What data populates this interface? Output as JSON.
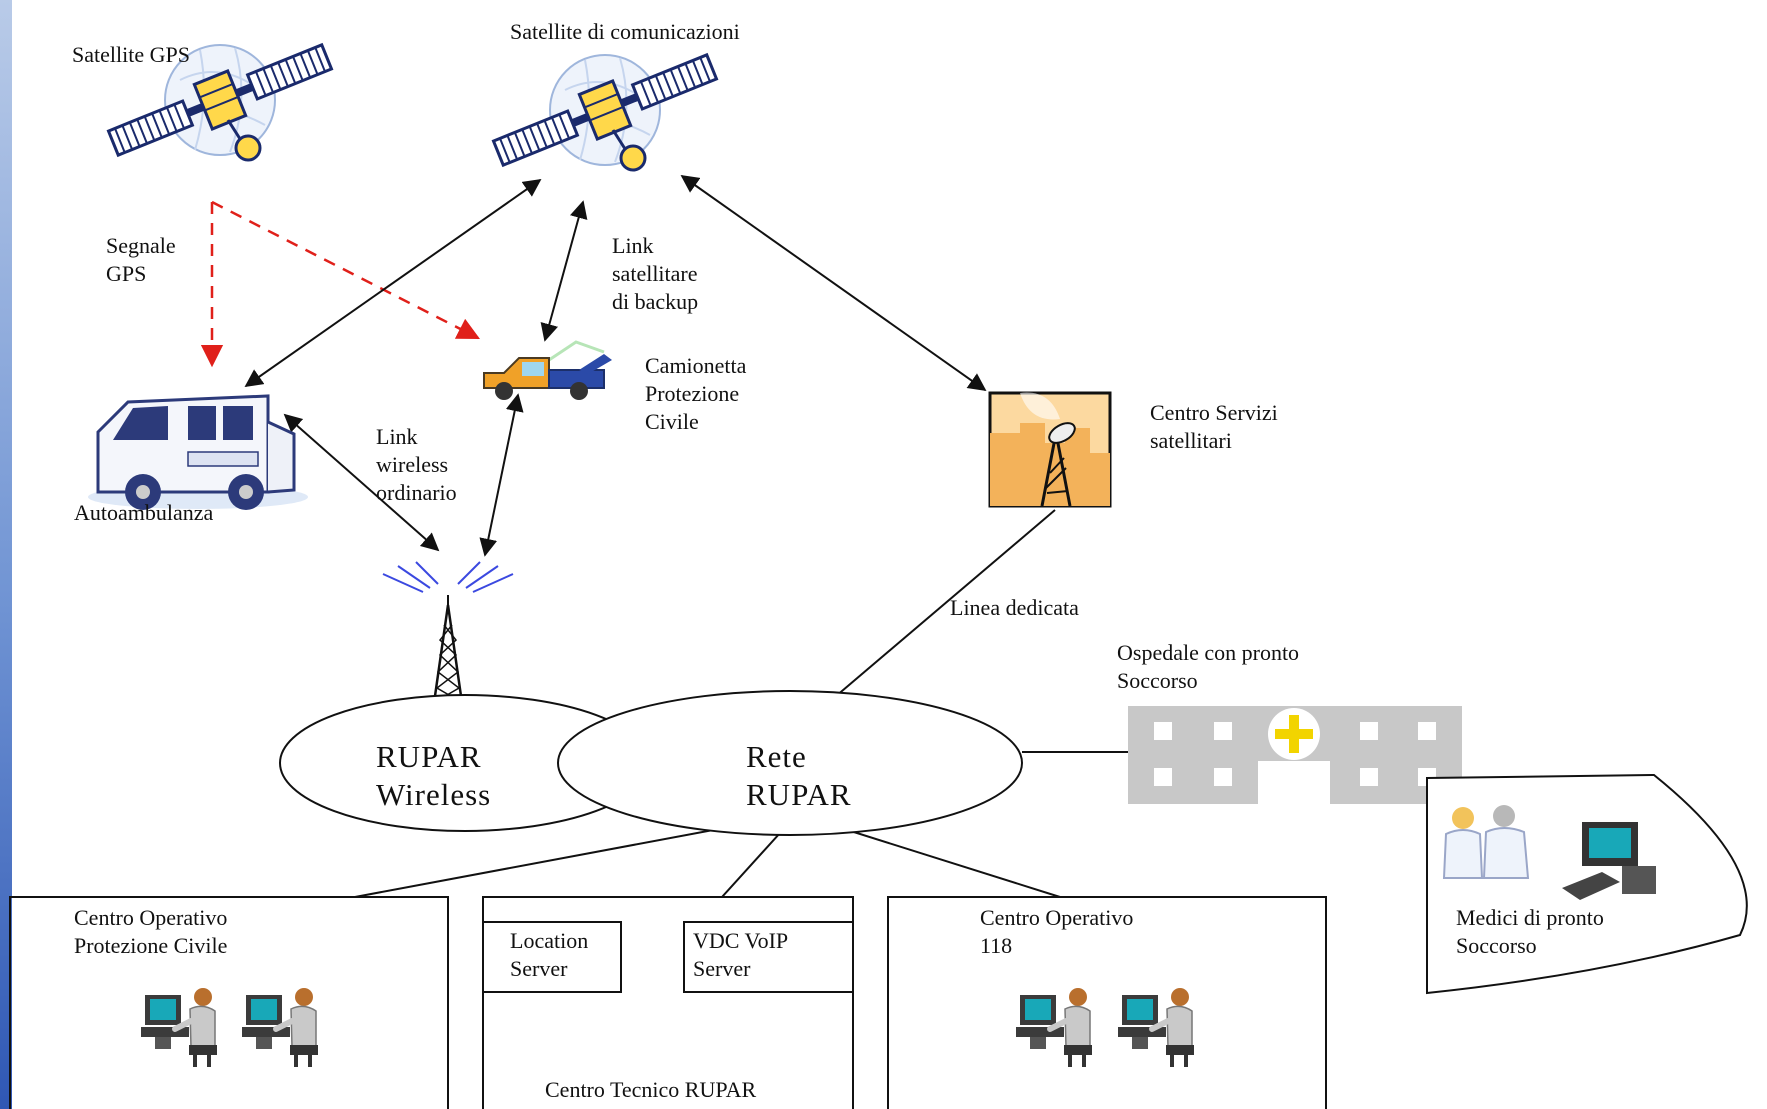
{
  "labels": {
    "gps_satellite": "Satellite GPS",
    "comm_satellite": "Satellite di comunicazioni",
    "gps_signal": "Segnale\nGPS",
    "backup_link": "Link\nsatellitare\ndi backup",
    "ambulance": "Autoambulanza",
    "truck": "Camionetta\nProtezione\nCivile",
    "wireless_link": "Link\nwireless\nordinario",
    "satellite_center": "Centro Servizi\nsatellitari",
    "dedicated_line": "Linea dedicata",
    "hospital": "Ospedale con pronto\nSoccorso",
    "rupar_wireless": "RUPAR\nWireless",
    "rete_rupar": "Rete\nRUPAR",
    "centro_pc": "Centro Operativo\nProtezione Civile",
    "location_server": "Location\nServer",
    "vdc_voip_server": "VDC VoIP\nServer",
    "centro_tecnico": "Centro Tecnico RUPAR",
    "centro_118": "Centro Operativo\n118",
    "medici": "Medici di pronto\nSoccorso"
  },
  "colors": {
    "line": "#111111",
    "gps_signal": "#e0201a",
    "sidebar_top": "#b9cbe8",
    "sidebar_bottom": "#2f57b4",
    "hospital": "#c8c8c8",
    "cross": "#f2d400"
  },
  "icons": [
    "gps-satellite-icon",
    "comm-satellite-icon",
    "ambulance-icon",
    "truck-icon",
    "antenna-tower-icon",
    "satellite-dish-building-icon",
    "hospital-icon",
    "operator-workstation-icon",
    "doctors-icon",
    "computer-icon"
  ]
}
